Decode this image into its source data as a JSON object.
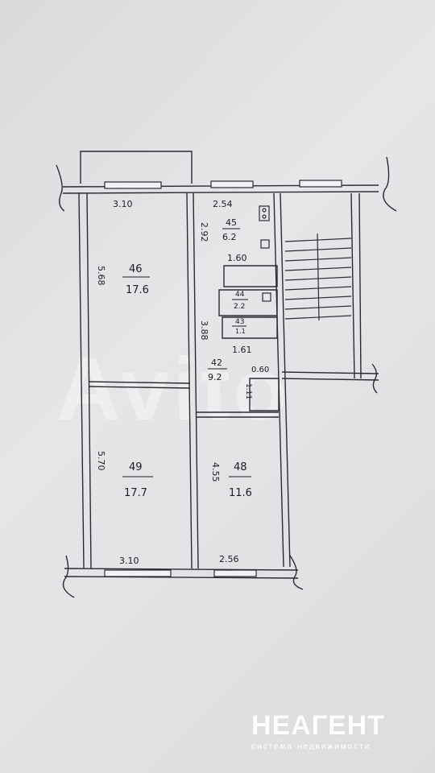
{
  "watermarks": {
    "center": "Avito",
    "brand": "НЕАГЕНТ",
    "brand_sub": "система недвижимости"
  },
  "rooms": [
    {
      "id": "46",
      "area": "17.6"
    },
    {
      "id": "49",
      "area": "17.7"
    },
    {
      "id": "48",
      "area": "11.6"
    },
    {
      "id": "42",
      "area": "9.2"
    },
    {
      "id": "45",
      "area": "6.2"
    },
    {
      "id": "44",
      "area": "2.2"
    },
    {
      "id": "43",
      "area": "1.1"
    }
  ],
  "dimensions": {
    "top_left_width": "3.10",
    "top_kitchen_width": "2.54",
    "left_upper_height": "5.68",
    "kitchen_height": "2.92",
    "bath_width": "1.60",
    "corridor_height": "3.88",
    "corridor_width": "1.61",
    "small_width": "0.60",
    "small_height": "1.11",
    "left_lower_height": "5.70",
    "middle_lower_height": "4.55",
    "bottom_left_width": "3.10",
    "bottom_right_width": "2.56"
  }
}
